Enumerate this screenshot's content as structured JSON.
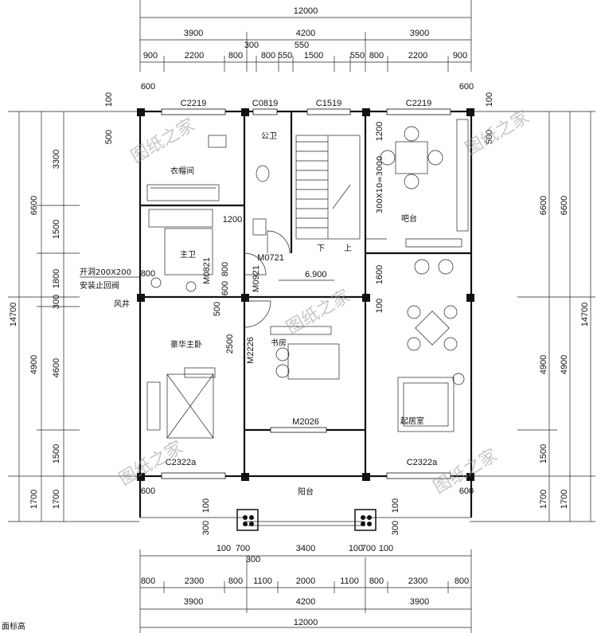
{
  "dims": {
    "top_total": "12000",
    "top_mid": [
      "3900",
      "4200",
      "3900"
    ],
    "top_small": [
      "900",
      "2200",
      "800",
      "300",
      "800",
      "550",
      "1500",
      "550",
      "800",
      "2200",
      "900"
    ],
    "extra_550": "550",
    "bottom_small": [
      "800",
      "2300",
      "800",
      "1100",
      "2000",
      "1100",
      "800",
      "2300",
      "800"
    ],
    "bottom_mid": [
      "3900",
      "4200",
      "3900"
    ],
    "bottom_total": "12000",
    "bottom_row1": [
      "100",
      "700",
      "300",
      "3400",
      "100",
      "700",
      "100"
    ],
    "left_outer": "14700",
    "left_mid": [
      "6600",
      "4900",
      "1700"
    ],
    "left_inner": [
      "3300",
      "1500",
      "1800",
      "300",
      "4600",
      "1500",
      "1700"
    ],
    "right_outer": "14700",
    "right_mid": [
      "6600",
      "4900",
      "1700"
    ],
    "right_inner": [
      "6600",
      "4900",
      "1500",
      "1700"
    ],
    "misc": [
      "600",
      "100",
      "500",
      "600",
      "100",
      "500",
      "600",
      "600",
      "100",
      "100",
      "300",
      "300",
      "800",
      "500",
      "600",
      "800",
      "1200",
      "1200",
      "1600",
      "100",
      "2500"
    ]
  },
  "windows": [
    "C2219",
    "C0819",
    "C1519",
    "C2219",
    "C2322a",
    "C2322a"
  ],
  "doors": [
    "M0721",
    "M0821",
    "M0921",
    "M2226",
    "M2026"
  ],
  "rooms": {
    "cloak": "衣帽间",
    "public_wc": "公卫",
    "master_wc": "主卫",
    "master_bed": "豪华主卧",
    "bar": "吧台",
    "study": "书房",
    "living": "起居室",
    "balcony": "阳台",
    "fan": "风井"
  },
  "notes": {
    "opening": "开洞200X200",
    "opening2": "安装止回阀",
    "stair_dim": "300X10=3000",
    "level": "6.900",
    "down": "下",
    "up": "上",
    "footer": "面标高"
  },
  "watermark": "图纸之家"
}
